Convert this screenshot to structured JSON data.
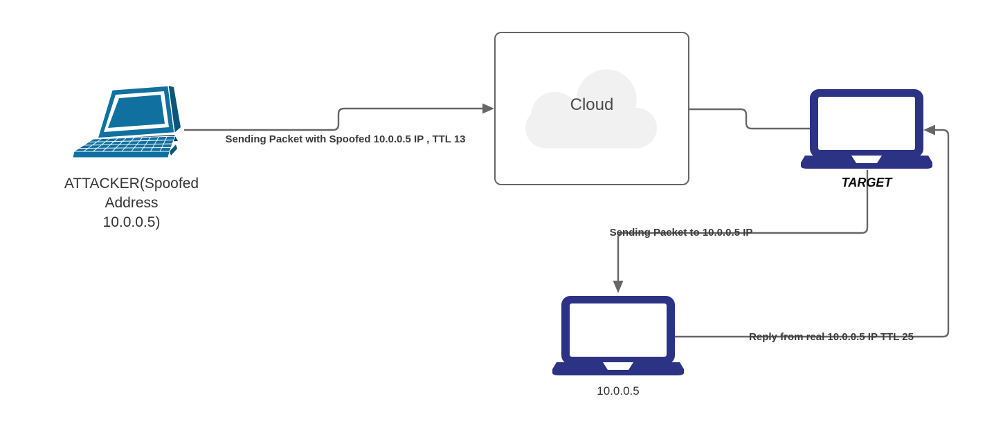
{
  "diagram": {
    "type": "network-flow-diagram",
    "nodes": {
      "attacker": {
        "label": "ATTACKER(Spoofed\nAddress\n10.0.0.5)",
        "icon": "laptop-3d-icon"
      },
      "cloud": {
        "label": "Cloud",
        "icon": "cloud-icon"
      },
      "target": {
        "label": "TARGET",
        "icon": "laptop-front-icon"
      },
      "real_host": {
        "label": "10.0.0.5",
        "icon": "laptop-front-icon"
      }
    },
    "edges": [
      {
        "from": "attacker",
        "to": "cloud",
        "label": "Sending Packet with Spoofed 10.0.0.5 IP , TTL 13",
        "arrow": true
      },
      {
        "from": "cloud",
        "to": "target",
        "label": "",
        "arrow": false
      },
      {
        "from": "target",
        "to": "real_host",
        "label": "Sending Packet to 10.0.0.5 IP",
        "arrow": true
      },
      {
        "from": "real_host",
        "to": "target",
        "label": "Reply from real 10.0.0.5 IP TTL 25",
        "arrow": true
      }
    ],
    "colors": {
      "attacker_teal": "#10709f",
      "attacker_teal_dark": "#0b557a",
      "attacker_hinge": "#083b57",
      "laptop_navy": "#2c3384",
      "connector_gray": "#666666",
      "cloud_fill": "#f1f1f1",
      "edge_label_text": "#3b3b3b",
      "node_label_text": "#333333"
    }
  }
}
